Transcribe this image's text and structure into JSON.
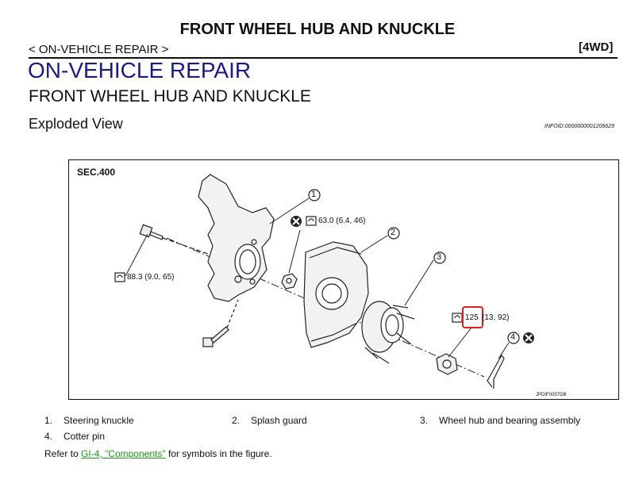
{
  "header": {
    "title": "FRONT WHEEL HUB AND KNUCKLE",
    "breadcrumb": "< ON-VEHICLE REPAIR >",
    "variant": "[4WD]"
  },
  "section": {
    "heading": "ON-VEHICLE REPAIR",
    "subheading": "FRONT WHEEL HUB AND KNUCKLE",
    "view_title": "Exploded View",
    "infoid": "INFOID:0000000001206629"
  },
  "figure": {
    "sec_label": "SEC.400",
    "code": "JPDIF0057GB",
    "callouts": [
      "1",
      "2",
      "3",
      "4"
    ],
    "torques": {
      "knuckle_bolt": "88.3 (9.0, 65)",
      "splash_nut": "63.0 (6.4, 46)",
      "hub_nut_value": "125",
      "hub_nut_rest": "(13, 92)"
    },
    "highlight_color": "#e02020"
  },
  "legend": [
    {
      "num": "1.",
      "text": "Steering knuckle"
    },
    {
      "num": "2.",
      "text": "Splash guard"
    },
    {
      "num": "3.",
      "text": "Wheel hub and bearing assembly"
    },
    {
      "num": "4.",
      "text": "Cotter pin"
    }
  ],
  "refer": {
    "prefix": "Refer to ",
    "link": "GI-4, \"Components\"",
    "suffix": " for symbols in the figure."
  }
}
